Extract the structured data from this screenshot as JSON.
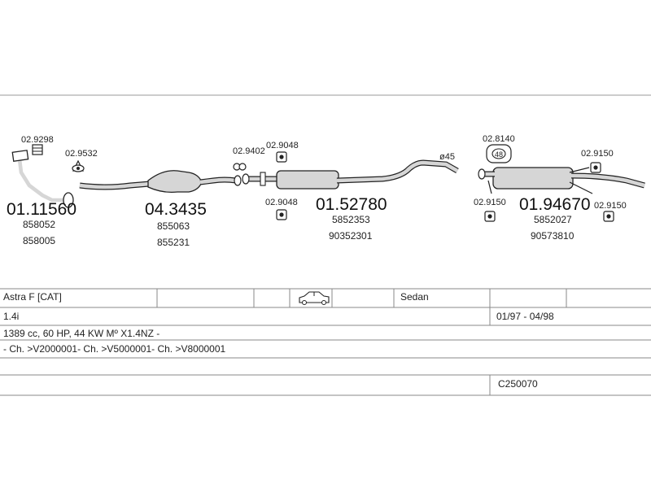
{
  "parts": {
    "front_pipe": {
      "code": "01.11560",
      "refs": [
        "858052",
        "858005"
      ]
    },
    "catalyst": {
      "code": "04.3435",
      "refs": [
        "855063",
        "855231"
      ]
    },
    "middle_silencer": {
      "code": "01.52780",
      "refs": [
        "5852353",
        "90352301"
      ]
    },
    "rear_silencer": {
      "code": "01.94670",
      "refs": [
        "5852027",
        "90573810"
      ]
    }
  },
  "accessories": {
    "a1": "02.9298",
    "a2": "02.9532",
    "a3": "02.9402",
    "a4": "02.9048",
    "a5": "02.9048",
    "a6": "02.8140",
    "a7": "02.9150",
    "a8": "02.9150",
    "a9": "02.9150"
  },
  "pipe_diameter": "ø45",
  "hanger_marking": "48",
  "vehicle": {
    "model": "Astra F  [CAT]",
    "body": "Sedan",
    "engine": "1.4i",
    "period": "01/97 - 04/98",
    "spec": "1389 cc, 60 HP, 44 KW Mº X1.4NZ -",
    "chassis": "- Ch. >V2000001- Ch. >V5000001- Ch. >V8000001",
    "catalog_code": "C250070"
  },
  "icons": {
    "body_icon": "sedan-car-icon"
  }
}
